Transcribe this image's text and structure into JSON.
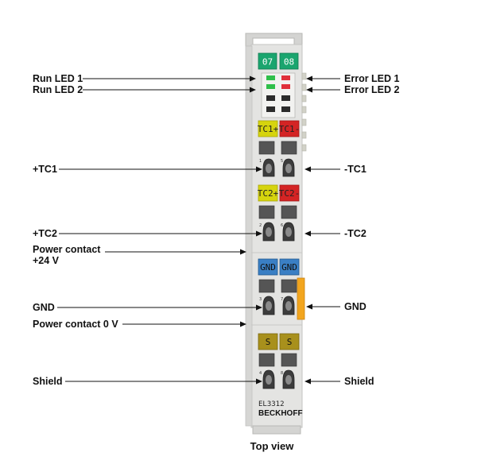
{
  "module": {
    "model": "EL3312",
    "brand": "BECKHOFF",
    "channel_labels": [
      "07",
      "08"
    ],
    "terminal_labels": {
      "tc1_plus": "TC1+",
      "tc1_minus": "TC1-",
      "tc2_plus": "TC2+",
      "tc2_minus": "TC2-",
      "gnd_left": "GND",
      "gnd_right": "GND",
      "shield_left": "S",
      "shield_right": "S"
    },
    "contact_numbers": [
      "1",
      "5",
      "2",
      "6",
      "3",
      "7",
      "4",
      "8"
    ],
    "colors": {
      "housing": "#e4e4e2",
      "channel_tag": "#1aa56e",
      "led_green": "#2fbf4a",
      "led_red": "#e0303a",
      "tc_plus": "#d6d40e",
      "tc_minus": "#d42424",
      "gnd": "#3a7fc4",
      "shield": "#a8901c",
      "power_contact": "#f2a51e"
    }
  },
  "labels": {
    "left": {
      "run_led_1": "Run LED 1",
      "run_led_2": "Run LED 2",
      "tc1_plus": "+TC1",
      "tc2_plus": "+TC2",
      "power_24v_line1": "Power contact",
      "power_24v_line2": "+24 V",
      "gnd": "GND",
      "power_0v": "Power contact 0 V",
      "shield": "Shield"
    },
    "right": {
      "error_led_1": "Error LED 1",
      "error_led_2": "Error LED 2",
      "tc1_minus": "-TC1",
      "tc2_minus": "-TC2",
      "gnd": "GND",
      "shield": "Shield"
    }
  },
  "caption": "Top view"
}
